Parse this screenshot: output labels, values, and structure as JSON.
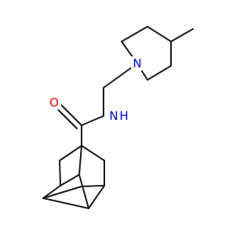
{
  "molecule": {
    "colors": {
      "bond": "#1a1a1a",
      "nitrogen": "#0000ff",
      "oxygen": "#ff0000",
      "background": "#ffffff"
    },
    "atom_labels": {
      "ring_nitrogen": "N",
      "amide_nitrogen": "N",
      "amide_hydrogen": "H",
      "carbonyl_oxygen": "O"
    }
  }
}
